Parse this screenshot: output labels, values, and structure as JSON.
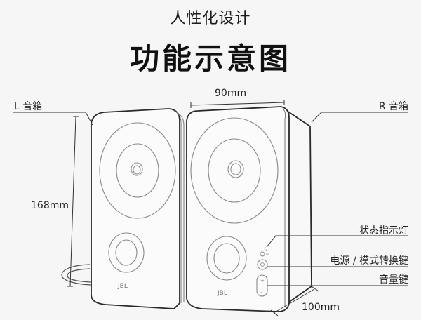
{
  "header": {
    "subtitle": "人性化设计",
    "title": "功能示意图"
  },
  "labels": {
    "left_speaker": "L 音箱",
    "right_speaker": "R 音箱",
    "status_light": "状态指示灯",
    "power_mode_key": "电源 / 模式转换键",
    "volume_key": "音量键"
  },
  "dimensions": {
    "width": "90mm",
    "height": "168mm",
    "depth": "100mm"
  },
  "brand": {
    "logo_text": "JBL"
  },
  "colors": {
    "background": "#f6f6f6",
    "line": "#2a2a2a",
    "thin_line": "#8a8a8a"
  }
}
